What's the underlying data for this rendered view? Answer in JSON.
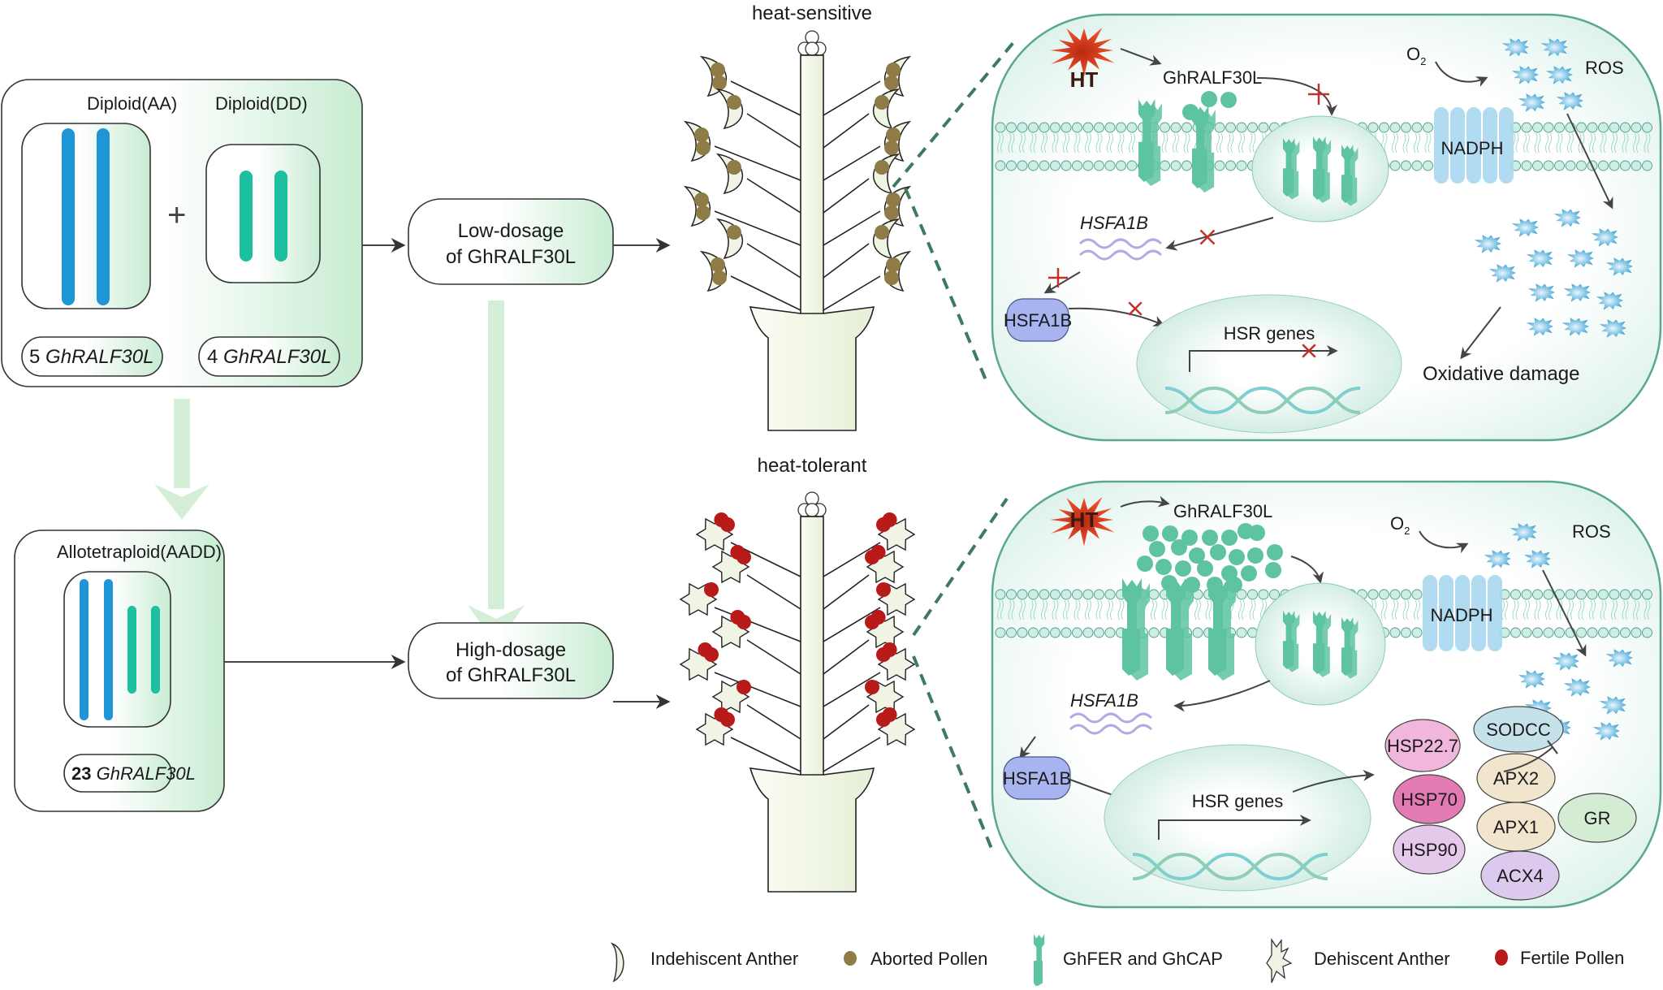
{
  "colors": {
    "chromosome_a": "#1e96d6",
    "chromosome_d": "#1cbf9f",
    "box_gradient_end": "#c8ecd2",
    "flow_arrow": "#d4eed8",
    "cell_fill": "#e3f4ef",
    "cell_stroke": "#5aa890",
    "receptor": "#5ec4a0",
    "ros": "#4aa8d4",
    "aborted_pollen": "#8e7b46",
    "fertile_pollen": "#b81a1a",
    "anther_fill": "#f0f4e4",
    "ht_star": "#e03a22",
    "inhibit_x": "#c0312b",
    "hsfa1b_protein": "#a7b4ef",
    "mrna": "#b5a9e3",
    "nadph": "#a9d7ee"
  },
  "left_panel": {
    "diploid_aa": {
      "title": "Diploid(AA)",
      "count": "5",
      "gene": "GhRALF30L"
    },
    "plus_sign": "+",
    "diploid_dd": {
      "title": "Diploid(DD)",
      "count": "4",
      "gene": "GhRALF30L"
    },
    "allotetraploid": {
      "title": "Allotetraploid(AADD)",
      "count": "23",
      "gene": "GhRALF30L"
    }
  },
  "dosage_boxes": {
    "low": {
      "line1": "Low-dosage",
      "line2": "of GhRALF30L"
    },
    "high": {
      "line1": "High-dosage",
      "line2": "of GhRALF30L"
    }
  },
  "flowers": {
    "top_label": "heat-sensitive",
    "bottom_label": "heat-tolerant"
  },
  "cell_top": {
    "stress": "HT",
    "ligand": "GhRALF30L",
    "mrna": "HSFA1B",
    "protein": "HSFA1B",
    "nucleus_genes": "HSR genes",
    "nadph": "NADPH",
    "oxygen": "O",
    "oxygen_sub": "2",
    "ros": "ROS",
    "outcome": "Oxidative damage"
  },
  "cell_bottom": {
    "stress": "HT",
    "ligand": "GhRALF30L",
    "mrna": "HSFA1B",
    "protein": "HSFA1B",
    "nucleus_genes": "HSR genes",
    "nadph": "NADPH",
    "oxygen": "O",
    "oxygen_sub": "2",
    "ros": "ROS",
    "proteins": [
      {
        "label": "HSP22.7",
        "color": "#f0b6dc"
      },
      {
        "label": "HSP70",
        "color": "#e47ab4"
      },
      {
        "label": "HSP90",
        "color": "#e5c9ea"
      },
      {
        "label": "SODCC",
        "color": "#c5e2ea"
      },
      {
        "label": "APX2",
        "color": "#f1e6cd"
      },
      {
        "label": "APX1",
        "color": "#f1e6cd"
      },
      {
        "label": "ACX4",
        "color": "#dccaee"
      },
      {
        "label": "GR",
        "color": "#d3ecd3"
      }
    ]
  },
  "legend": [
    {
      "icon": "indehiscent-anther-icon",
      "label": "Indehiscent Anther"
    },
    {
      "icon": "aborted-pollen-icon",
      "label": "Aborted Pollen"
    },
    {
      "icon": "receptor-icon",
      "label": "GhFER and GhCAP"
    },
    {
      "icon": "dehiscent-anther-icon",
      "label": "Dehiscent Anther"
    },
    {
      "icon": "fertile-pollen-icon",
      "label": "Fertile Pollen"
    }
  ]
}
